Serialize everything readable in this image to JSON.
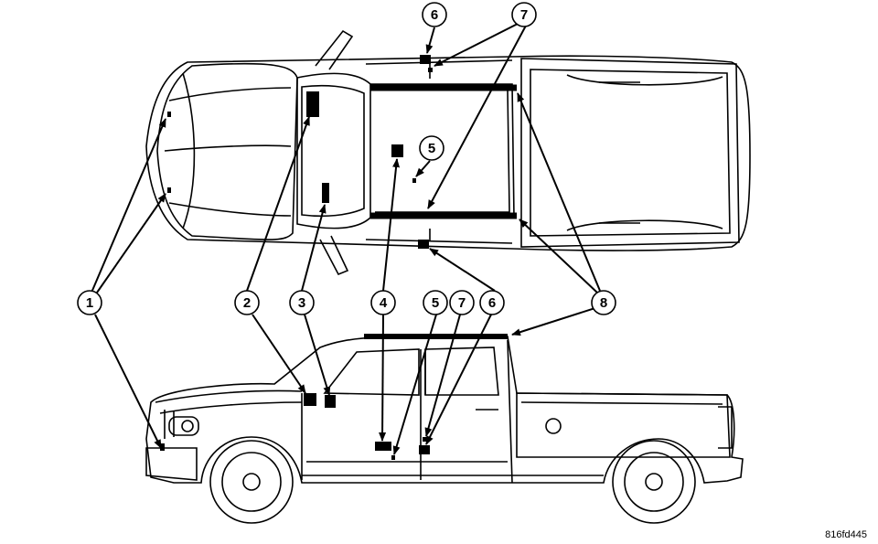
{
  "figure_id": "816fd445",
  "callouts": {
    "top": [
      "6",
      "7",
      "5"
    ],
    "side": [
      "1",
      "2",
      "3",
      "4",
      "5",
      "7",
      "6",
      "8"
    ]
  },
  "ink_color": "#000000",
  "background": "#ffffff"
}
